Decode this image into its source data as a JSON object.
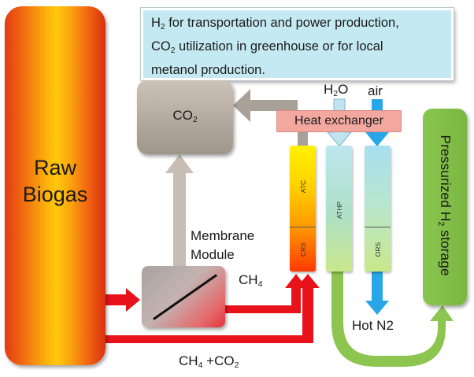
{
  "info_box": {
    "line1_pre": "H",
    "line1_sub": "2",
    "line1_post": " for transportation and power production,",
    "line2_pre": "CO",
    "line2_sub": "2",
    "line2_post": " utilization in greenhouse or for local",
    "line3": "metanol production."
  },
  "raw_biogas": {
    "line1": "Raw",
    "line2": "Biogas"
  },
  "co2_box": {
    "pre": "CO",
    "sub": "2"
  },
  "membrane": {
    "line1": "Membrane",
    "line2": "Module"
  },
  "ch4_label": {
    "pre": "CH",
    "sub": "4"
  },
  "mix_label": {
    "pre1": "CH",
    "sub1": "4",
    "mid": " +CO",
    "sub2": "2"
  },
  "heat_exchanger": "Heat exchanger",
  "h2o_label": {
    "pre": "H",
    "sub": "2",
    "post": "O"
  },
  "air_label": "air",
  "hot_n2_label": "Hot N2",
  "columns": {
    "atc": "ATC",
    "crs": "CRS",
    "athp": "ATHP",
    "ors": "ORS"
  },
  "storage": {
    "pre": "Pressurized H",
    "sub": "2",
    "post": " storage"
  },
  "colors": {
    "red_arrow": "#e8131a",
    "blue_arrow": "#27a7e8",
    "gray_arrow": "#a9a198",
    "green_arrow": "#8cc54f",
    "co2_gray_arrow": "#c7bdb3"
  }
}
